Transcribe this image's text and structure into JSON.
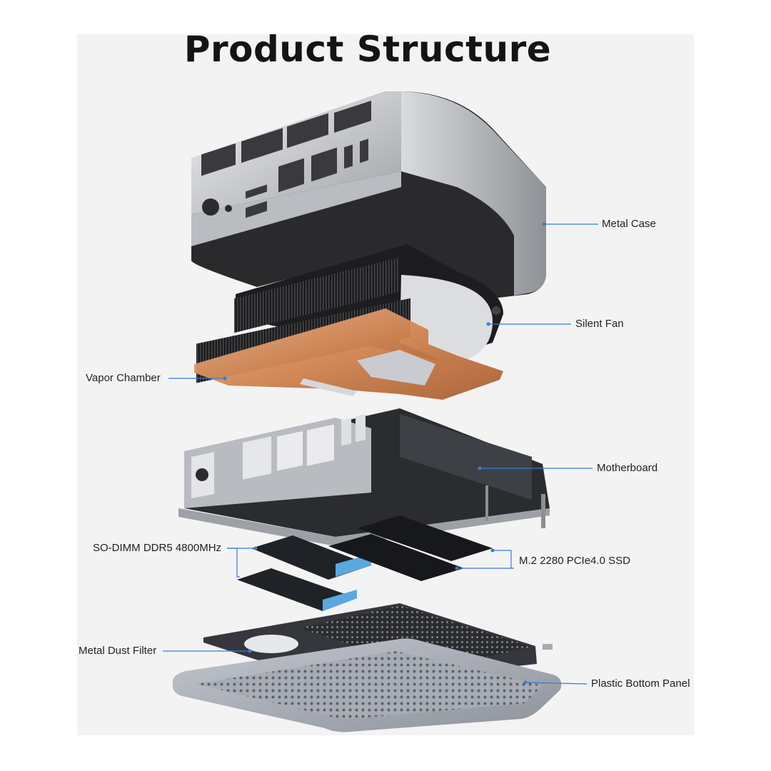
{
  "title": "Product Structure",
  "components": {
    "metal_case": "Metal Case",
    "silent_fan": "Silent Fan",
    "vapor_chamber": "Vapor Chamber",
    "motherboard": "Motherboard",
    "memory": "SO-DIMM DDR5 4800MHz",
    "ssd": "M.2 2280 PCIe4.0 SSD",
    "dust_filter": "Metal Dust Filter",
    "bottom_panel": "Plastic Bottom Panel"
  },
  "colors": {
    "callout_line": "#3a7bd5",
    "metal": "#c9cbcf",
    "copper": "#d4895a",
    "black": "#1c1c1e",
    "bottom_panel": "#a9adb6"
  }
}
